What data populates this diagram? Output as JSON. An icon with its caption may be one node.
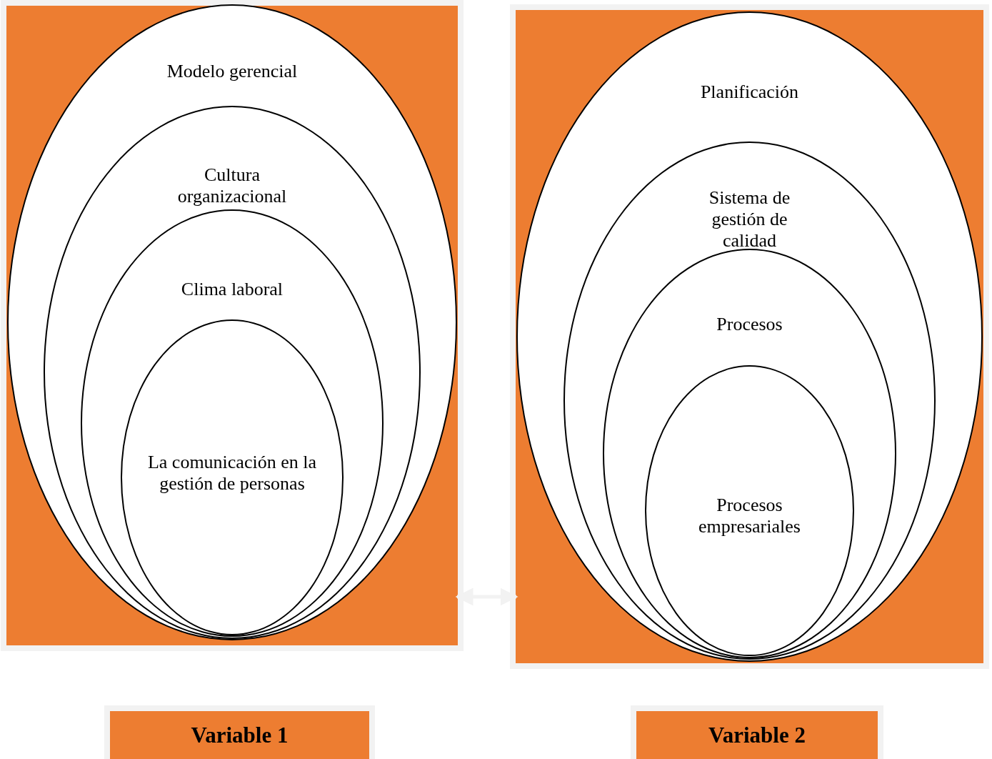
{
  "diagram": {
    "nodes": [
      {
        "text": [],
        "shape": "box"
      },
      {
        "text": [
          "Modelo gerencial"
        ],
        "in": 0
      },
      {
        "text": [
          "Cultura organizacional"
        ],
        "in": 1
      },
      {
        "text": [
          "Clima laboral"
        ],
        "in": 2
      },
      {
        "text": [
          "La comunicación en la gestión de personas"
        ],
        "in": 3
      },
      {
        "text": [],
        "shape": "box"
      },
      {
        "text": [
          "Planificación"
        ],
        "in": 5
      },
      {
        "text": [
          "Sistema de gestión de calidad"
        ],
        "in": 6
      },
      {
        "text": [
          "Procesos"
        ],
        "in": 7
      },
      {
        "text": [
          "Procesos empresariales"
        ],
        "in": 8
      },
      {
        "text": [
          "Variable 1"
        ]
      },
      {
        "text": [
          "Variable 2"
        ]
      }
    ],
    "edges": [
      {
        "from": 0,
        "to": 5,
        "arrow": "both"
      }
    ]
  }
}
